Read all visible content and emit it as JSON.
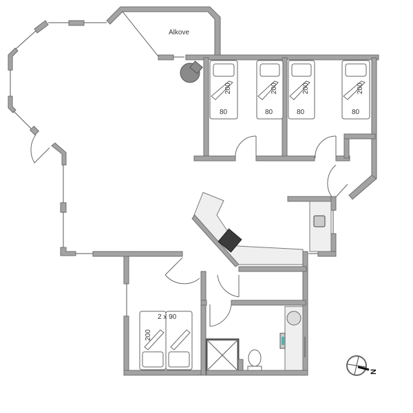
{
  "plan": {
    "rooms": {
      "alcove_label": "Alkove"
    },
    "beds": [
      {
        "length": "200",
        "width": "80"
      },
      {
        "length": "200",
        "width": "80"
      },
      {
        "length": "200",
        "width": "80"
      },
      {
        "length": "200",
        "width": "80"
      }
    ],
    "double_bed": {
      "length": "200",
      "width": "2 x 90"
    },
    "compass": {
      "label": "N"
    },
    "colors": {
      "wall": "#a3a3a3",
      "wall_stroke": "#6e6e6e",
      "stove": "#3a3a3a",
      "counter": "#efefef"
    }
  }
}
